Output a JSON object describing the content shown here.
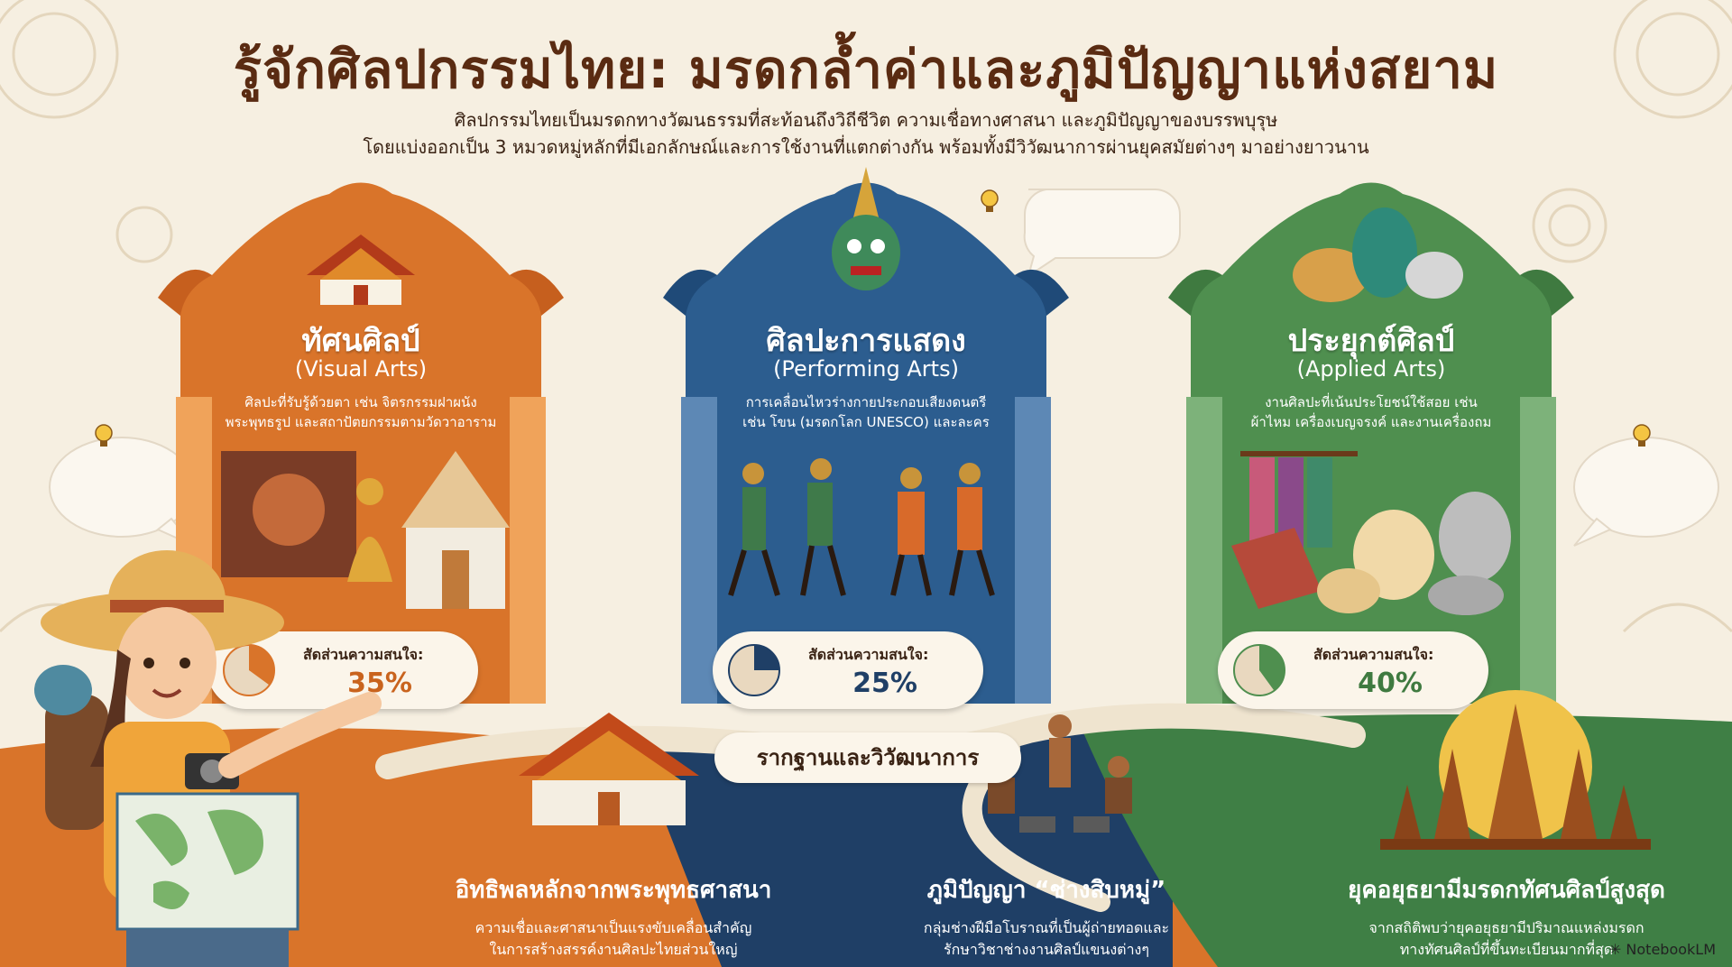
{
  "title": "รู้จักศิลปกรรมไทย: มรดกล้ำค่าและภูมิปัญญาแห่งสยาม",
  "subtitle": {
    "line1": "ศิลปกรรมไทยเป็นมรดกทางวัฒนธรรมที่สะท้อนถึงวิถีชีวิต ความเชื่อทางศาสนา และภูมิปัญญาของบรรพบุรุษ",
    "line2": "โดยแบ่งออกเป็น 3 หมวดหมู่หลักที่มีเอกลักษณ์และการใช้งานที่แตกต่างกัน พร้อมทั้งมีวิวัฒนาการผ่านยุคสมัยต่างๆ มาอย่างยาวนาน"
  },
  "colors": {
    "orange": "#d9742a",
    "blue": "#2c5d8f",
    "green": "#4f8f4f",
    "background": "#f6efe1",
    "title": "#5a2b12"
  },
  "categories": [
    {
      "title": "ทัศนศิลป์",
      "english": "(Visual Arts)",
      "desc1": "ศิลปะที่รับรู้ด้วยตา เช่น จิตรกรรมฝาผนัง",
      "desc2": "พระพุทธรูป และสถาปัตยกรรมตามวัดวาอาราม",
      "interest_label": "สัดส่วนความสนใจ:",
      "interest_value": "35%",
      "interest_fraction": 0.35,
      "icon": "thai-temple-icon"
    },
    {
      "title": "ศิลปะการแสดง",
      "english": "(Performing Arts)",
      "desc1": "การเคลื่อนไหวร่างกายประกอบเสียงดนตรี",
      "desc2": "เช่น โขน (มรดกโลก UNESCO) และละคร",
      "interest_label": "สัดส่วนความสนใจ:",
      "interest_value": "25%",
      "interest_fraction": 0.25,
      "icon": "khon-mask-icon"
    },
    {
      "title": "ประยุกต์ศิลป์",
      "english": "(Applied Arts)",
      "desc1": "งานศิลปะที่เน้นประโยชน์ใช้สอย เช่น",
      "desc2": "ผ้าไหม เครื่องเบญจรงค์ และงานเครื่องถม",
      "interest_label": "สัดส่วนความสนใจ:",
      "interest_value": "40%",
      "interest_fraction": 0.4,
      "icon": "benjarong-pottery-icon"
    }
  ],
  "road_label": "รากฐานและวิวัฒนาการ",
  "bottom": [
    {
      "title": "อิทธิพลหลักจากพระพุทธศาสนา",
      "desc1": "ความเชื่อและศาสนาเป็นแรงขับเคลื่อนสำคัญ",
      "desc2": "ในการสร้างสรรค์งานศิลปะไทยส่วนใหญ่"
    },
    {
      "title": "ภูมิปัญญา “ช่างสิบหมู่”",
      "desc1": "กลุ่มช่างฝีมือโบราณที่เป็นผู้ถ่ายทอดและ",
      "desc2": "รักษาวิชาช่างงานศิลป์แขนงต่างๆ"
    },
    {
      "title": "ยุคอยุธยามีมรดกทัศนศิลป์สูงสุด",
      "desc1": "จากสถิติพบว่ายุคอยุธยามีปริมาณแหล่งมรดก",
      "desc2": "ทางทัศนศิลป์ที่ขึ้นทะเบียนมากที่สุด"
    }
  ],
  "branding": "NotebookLM"
}
